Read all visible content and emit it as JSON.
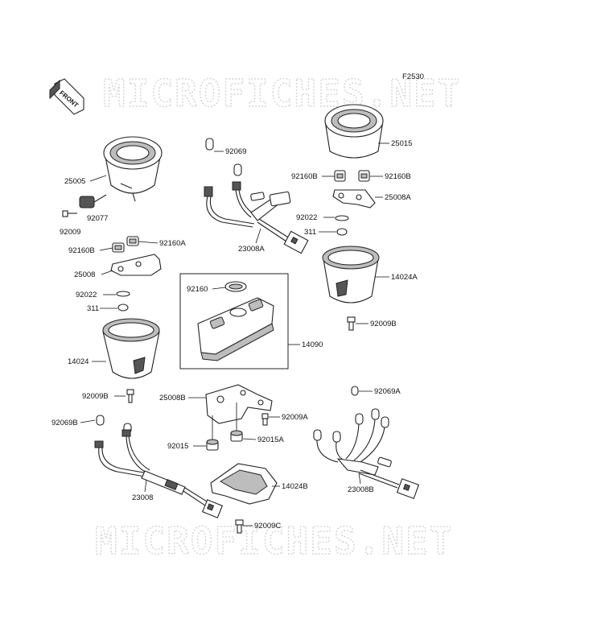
{
  "diagram": {
    "code": "F2530",
    "watermark": "MICROFICHES.NET",
    "front_label": "FRONT",
    "parts": {
      "p25005": "25005",
      "p92077": "92077",
      "p92009": "92009",
      "p92160B_l": "92160B",
      "p92160A": "92160A",
      "p25008": "25008",
      "p92022_l": "92022",
      "p311_l": "311",
      "p14024": "14024",
      "p92009B_l": "92009B",
      "p92069": "92069",
      "p23008A": "23008A",
      "p92160": "92160",
      "p14090": "14090",
      "p25015": "25015",
      "p92160B_r1": "92160B",
      "p92160B_r2": "92160B",
      "p25008A": "25008A",
      "p92022_r": "92022",
      "p311_r": "311",
      "p14024A": "14024A",
      "p92009B_r": "92009B",
      "p25008B": "25008B",
      "p92009A": "92009A",
      "p92015": "92015",
      "p92015A": "92015A",
      "p92069B": "92069B",
      "p23008": "23008",
      "p14024B": "14024B",
      "p92009C": "92009C",
      "p92069A": "92069A",
      "p23008B": "23008B"
    }
  }
}
